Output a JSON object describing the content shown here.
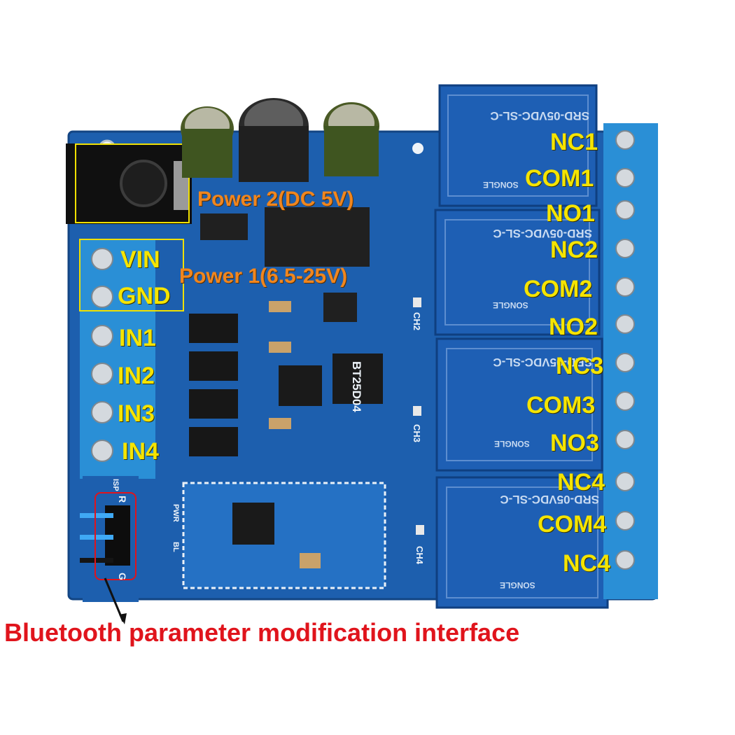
{
  "image": {
    "description_none": ""
  },
  "board": {
    "model": "BT25D04",
    "silk_marks": {
      "ch2": "CH2",
      "ch3": "CH3",
      "ch4": "CH4",
      "isp": "ISP",
      "r": "R",
      "g": "G",
      "pwr": "PWR",
      "bl": "BL"
    }
  },
  "relay": {
    "model": "SRD-05VDC-SL-C",
    "brand": "SONGLE"
  },
  "labels": {
    "power2": "Power 2(DC 5V)",
    "power1": "Power 1(6.5-25V)",
    "vin": "VIN",
    "gnd": "GND",
    "in1": "IN1",
    "in2": "IN2",
    "in3": "IN3",
    "in4": "IN4",
    "nc1": "NC1",
    "com1": "COM1",
    "no1": "NO1",
    "nc2": "NC2",
    "com2": "COM2",
    "no2": "NO2",
    "nc3": "NC3",
    "com3": "COM3",
    "no3": "NO3",
    "nc4": "NC4",
    "com4": "COM4",
    "nc4b": "NC4",
    "caption": "Bluetooth parameter modification interface"
  },
  "colors": {
    "pcb": "#1d5fae",
    "terminal": "#2a8fd6",
    "relay": "#1e5fb4",
    "label_yellow": "#f5e400",
    "label_orange": "#f0861f",
    "caption_red": "#e0141c"
  }
}
